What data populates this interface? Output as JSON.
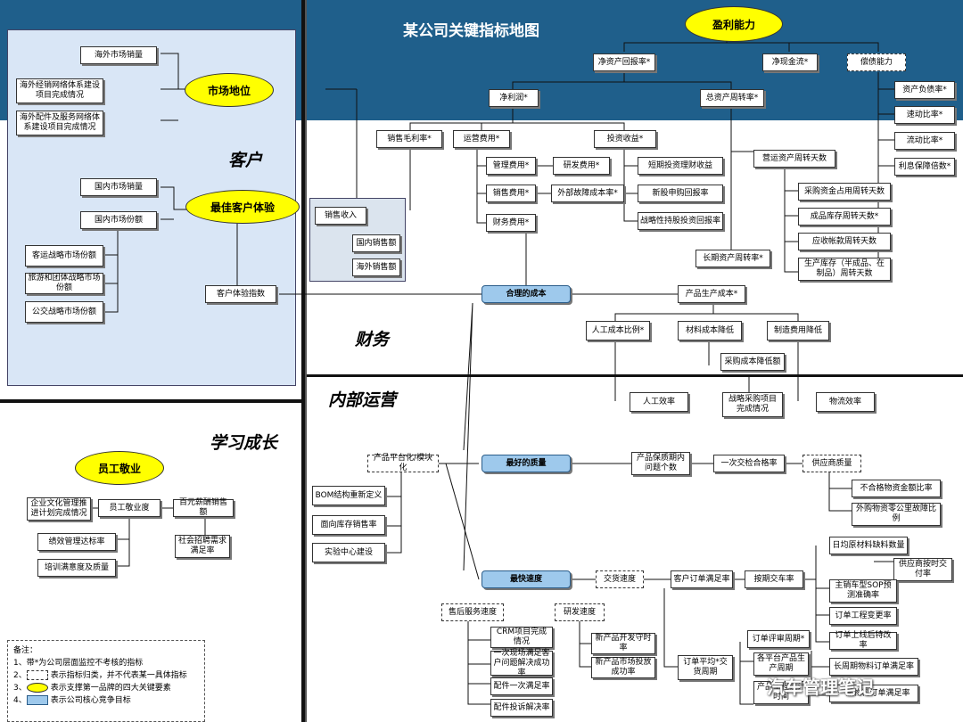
{
  "title": "某公司关键指标地图",
  "sections": {
    "customer": "客户",
    "finance": "财务",
    "internal": "内部运营",
    "learning": "学习成长"
  },
  "ellipses": {
    "profit": "盈利能力",
    "market": "市场地位",
    "experience": "最佳客户体验",
    "employee": "员工敬业"
  },
  "customer": {
    "overseas_sales": "海外市场销量",
    "overseas_network": "海外经销网络体系建设项目完成情况",
    "overseas_parts": "海外配件及服务网络体系建设项目完成情况",
    "domestic_sales": "国内市场销量",
    "domestic_share": "国内市场份额",
    "share_passenger": "客运战略市场份额",
    "share_tourism": "旅游和团体战略市场份额",
    "share_bus": "公交战略市场份额",
    "experience_index": "客户体验指数"
  },
  "finance": {
    "roe": "净资产回报率*",
    "net_cash": "净现金流*",
    "solvency": "偿债能力",
    "net_profit": "净利润*",
    "asset_turnover": "总资产周转率*",
    "gross_margin": "销售毛利率*",
    "op_cost": "运营费用*",
    "invest_income": "投资收益*",
    "mgmt_cost": "管理费用*",
    "sales_cost": "销售费用*",
    "fin_cost": "财务费用*",
    "rd_cost": "研发费用*",
    "fault_cost": "外部故障成本率*",
    "short_invest": "短期投资理财收益",
    "new_stock": "新股申购回报率",
    "strategic_hold": "战略性持股投资回报率",
    "debt_ratio": "资产负债率*",
    "quick_ratio": "速动比率*",
    "current_ratio": "流动比率*",
    "interest_cover": "利息保障倍数*",
    "op_asset_days": "营运资产周转天数",
    "purchase_days": "采购资金占用周转天数",
    "finished_days": "成品库存周转天数*",
    "receivable_days": "应收帐款周转天数",
    "wip_days": "生产库存（半成品、在制品）周转天数",
    "long_asset": "长期资产周转率*",
    "sales_income": "销售收入",
    "domestic_income": "国内销售额",
    "overseas_income": "海外销售额",
    "reasonable_cost": "合理的成本",
    "product_cost": "产品生产成本*",
    "labor_ratio": "人工成本比例*",
    "material_down": "材料成本降低",
    "mfg_down": "制造费用降低",
    "purchase_down": "采购成本降低额"
  },
  "internal": {
    "labor_eff": "人工效率",
    "strategic_purchase": "战略采购项目完成情况",
    "logistics_eff": "物流效率",
    "platform": "产品平台化/模块化",
    "bom": "BOM结构重新定义",
    "inventory_rate": "面向库存销售率",
    "lab": "实验中心建设",
    "best_quality": "最好的质量",
    "warranty": "产品保质期内问题个数",
    "first_pass": "一次交检合格率",
    "supplier_quality": "供应商质量",
    "defect_amount": "不合格物资金额比率",
    "parts_fault": "外购物资零公里故障比例",
    "fastest": "最快速度",
    "delivery_speed": "交货速度",
    "order_meet": "客户订单满足率",
    "ontime": "按期交车率",
    "material_meet": "日均原材料缺料数量",
    "supplier_ontime": "供应商按时交付率",
    "sop": "主销车型SOP预测准确率",
    "order_change": "订单工程变更率",
    "order_fix": "订单上线后特改率",
    "after_sales": "售后服务速度",
    "rd_speed": "研发速度",
    "crm": "CRM项目完成情况",
    "first_solve": "一次现场满足客户问题解决成功率",
    "parts_meet": "配件一次满足率",
    "complaint": "配件投诉解决率",
    "new_product": "新产品开发守时率",
    "new_market": "新产品市场投放成功率",
    "order_cycle": "订单平均*交货周期",
    "review_cycle": "订单评审周期*",
    "platform_cycle": "各平台产品生产周期",
    "eng_cycle": "产品工程设计时间",
    "long_material": "长周期物料订单满足率",
    "general_material": "一般物料订单满足率"
  },
  "learning": {
    "culture": "企业文化管理推进计划完成情况",
    "engagement": "员工敬业度",
    "salary_sales": "百元薪酬销售额",
    "performance": "绩效管理达标率",
    "training": "培训满意度及质量",
    "recruit": "社会招聘需求满足率"
  },
  "legend": {
    "title": "备注：",
    "l1": "1、带*为公司层面监控不考核的指标",
    "l2": "2、",
    "l2_text": "表示指标归类，并不代表某一具体指标",
    "l3": "3、",
    "l3_text": "表示支撑第一品牌的四大关键要素",
    "l4": "4、",
    "l4_text": "表示公司核心竞争目标"
  },
  "watermark": "汽车管理笔记",
  "colors": {
    "band": "#1f5f8b",
    "ellipse": "#ffff00",
    "core": "#9ec9ec",
    "panel": "#d9e6f6"
  }
}
